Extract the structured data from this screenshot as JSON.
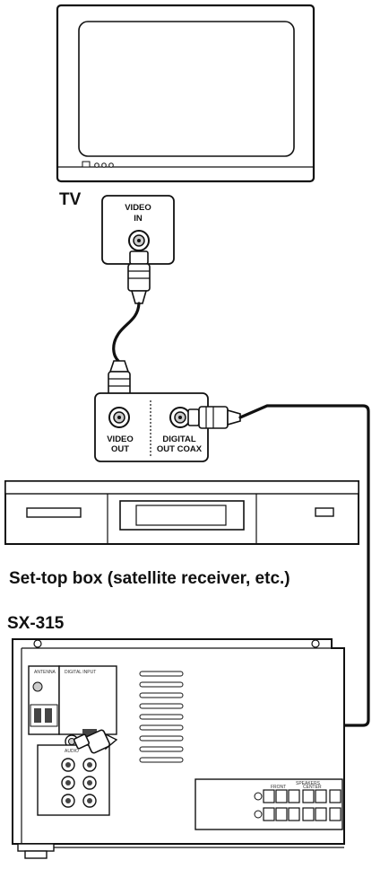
{
  "labels": {
    "tv": "TV",
    "video_in_line1": "VIDEO",
    "video_in_line2": "IN",
    "video_out_line1": "VIDEO",
    "video_out_line2": "OUT",
    "digital_out_line1": "DIGITAL",
    "digital_out_line2": "OUT COAX",
    "settop_box": "Set-top box (satellite receiver, etc.)",
    "receiver": "SX-315",
    "antenna": "ANTENNA",
    "digital_input": "DIGITAL INPUT",
    "audio": "AUDIO",
    "speakers": "SPEAKERS",
    "front": "FRONT",
    "center": "CENTER"
  },
  "icons": [
    "tv-icon",
    "rca-plug-icon",
    "coax-jack-icon",
    "settop-box-icon",
    "receiver-panel-icon"
  ],
  "colors": {
    "line": "#111111",
    "jack_fill": "#cccccc",
    "panel_fill": "#f4f4f4"
  }
}
